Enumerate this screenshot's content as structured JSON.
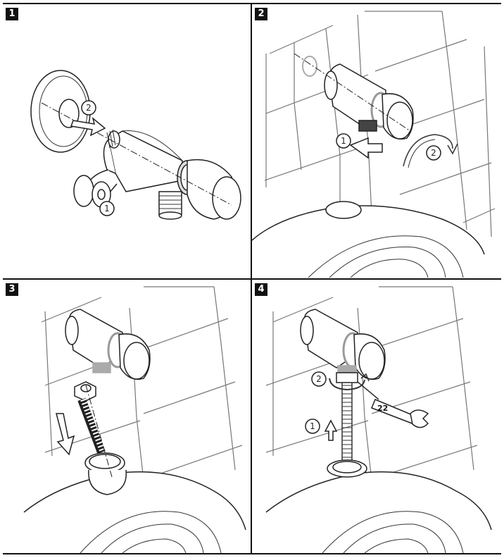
{
  "steps": [
    {
      "badge": "1",
      "callouts": [
        "2",
        "1"
      ]
    },
    {
      "badge": "2",
      "callouts": [
        "1",
        "2"
      ]
    },
    {
      "badge": "3",
      "callouts": []
    },
    {
      "badge": "4",
      "callouts": [
        "2",
        "1"
      ],
      "wrench_size": "22"
    }
  ],
  "colors": {
    "ink": "#111111",
    "tile": "#777777",
    "seal_grey": "#aaaaaa"
  }
}
